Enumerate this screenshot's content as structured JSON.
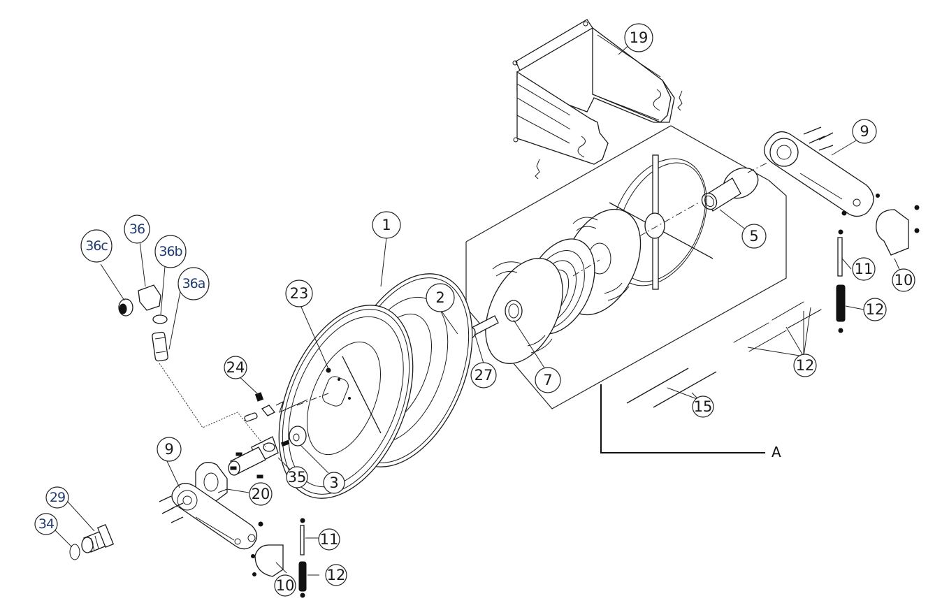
{
  "diagram": {
    "title": "Hose reel exploded parts view",
    "group_label": "A",
    "callouts": [
      {
        "id": "c19",
        "label": "19"
      },
      {
        "id": "c9a",
        "label": "9"
      },
      {
        "id": "c5",
        "label": "5"
      },
      {
        "id": "c1",
        "label": "1"
      },
      {
        "id": "c36c",
        "label": "36c"
      },
      {
        "id": "c36",
        "label": "36"
      },
      {
        "id": "c36b",
        "label": "36b"
      },
      {
        "id": "c36a",
        "label": "36a"
      },
      {
        "id": "c11a",
        "label": "11"
      },
      {
        "id": "c10a",
        "label": "10"
      },
      {
        "id": "c12a",
        "label": "12"
      },
      {
        "id": "c2",
        "label": "2"
      },
      {
        "id": "c23",
        "label": "23"
      },
      {
        "id": "c27",
        "label": "27"
      },
      {
        "id": "c7",
        "label": "7"
      },
      {
        "id": "c12b",
        "label": "12"
      },
      {
        "id": "c24",
        "label": "24"
      },
      {
        "id": "c15",
        "label": "15"
      },
      {
        "id": "c9b",
        "label": "9"
      },
      {
        "id": "c35",
        "label": "35"
      },
      {
        "id": "c3",
        "label": "3"
      },
      {
        "id": "c20",
        "label": "20"
      },
      {
        "id": "c29",
        "label": "29"
      },
      {
        "id": "c34",
        "label": "34"
      },
      {
        "id": "c11b",
        "label": "11"
      },
      {
        "id": "c12c",
        "label": "12"
      },
      {
        "id": "c10b",
        "label": "10"
      }
    ]
  },
  "colors": {
    "line": "#1a1a1a",
    "background": "#ffffff",
    "oval_label_text": "#1f3b70"
  }
}
